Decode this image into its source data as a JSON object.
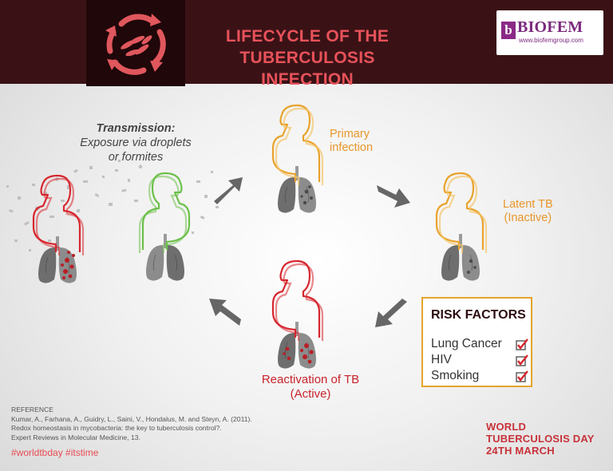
{
  "header": {
    "title_line1": "LIFECYCLE OF THE",
    "title_line2": "TUBERCULOSIS INFECTION",
    "brand_name": "BIOFEM",
    "brand_url": "www.biofemgroup.com"
  },
  "stages": {
    "transmission_title": "Transmission:",
    "transmission_line2": "Exposure via droplets",
    "transmission_line3": "or formites",
    "primary_line1": "Primary",
    "primary_line2": "infection",
    "latent_line1": "Latent TB",
    "latent_line2": "(Inactive)",
    "reactivation_line1": "Reactivation of TB",
    "reactivation_line2": "(Active)"
  },
  "risk_factors": {
    "title": "RISK FACTORS",
    "items": [
      "Lung Cancer",
      "HIV",
      "Smoking"
    ]
  },
  "reference": {
    "heading": "REFERENCE",
    "line1": "Kumar, A., Farhana, A., Guidry, L., Saini, V., Hondalus, M. and Steyn, A. (2011).",
    "line2": "Redox homeostasis in mycobacteria: the key to tuberculosis control?.",
    "line3": "Expert Reviews in Molecular Medicine, 13.",
    "hashtags": "#worldtbday #itstime"
  },
  "event": {
    "line1": "WORLD",
    "line2": "TUBERCULOSIS DAY",
    "line3": "24TH MARCH"
  },
  "colors": {
    "header_bg": "#3a1216",
    "accent_red": "#e8525a",
    "infected_red": "#d7262e",
    "healthy_green": "#6cc04a",
    "latent_orange": "#e8a22b"
  }
}
